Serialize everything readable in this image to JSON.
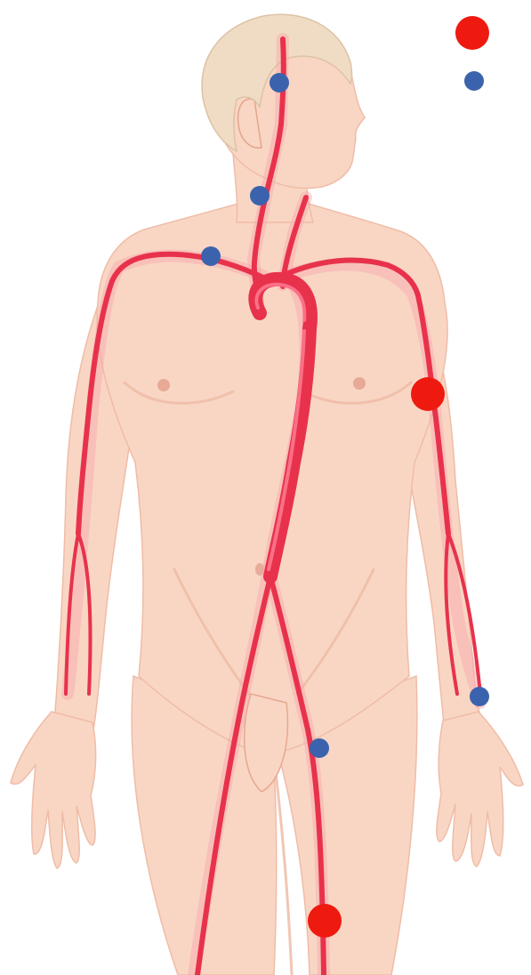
{
  "diagram": {
    "subject": "human-figure-arterial-system",
    "colors": {
      "background": "#ffffff",
      "skin": "#f9d6c4",
      "skin_shadow": "#efbca7",
      "skin_outline": "#e6a890",
      "hair": "#f0dcc4",
      "hair_shadow": "#dcc2a6",
      "artery": "#e8324c",
      "artery_highlight": "#ff7f95",
      "artery_glow": "#f6a7ae",
      "large_marker": "#ee1a10",
      "small_marker": "#3b63ad"
    },
    "legend": [
      {
        "name": "legend-large-red-dot",
        "color": "#ee1a10",
        "size": "large"
      },
      {
        "name": "legend-small-blue-dot",
        "color": "#3b63ad",
        "size": "small"
      }
    ],
    "markers": [
      {
        "name": "pulse-point-head",
        "color": "#3b63ad",
        "size": "small"
      },
      {
        "name": "pulse-point-neck",
        "color": "#3b63ad",
        "size": "small"
      },
      {
        "name": "pulse-point-shoulder",
        "color": "#3b63ad",
        "size": "small"
      },
      {
        "name": "pulse-point-upper-arm",
        "color": "#ee1a10",
        "size": "large"
      },
      {
        "name": "pulse-point-wrist",
        "color": "#3b63ad",
        "size": "small"
      },
      {
        "name": "pulse-point-groin",
        "color": "#3b63ad",
        "size": "small"
      },
      {
        "name": "pulse-point-thigh",
        "color": "#ee1a10",
        "size": "large"
      }
    ]
  }
}
